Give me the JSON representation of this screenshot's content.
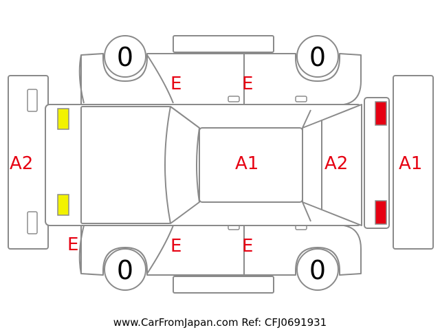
{
  "colors": {
    "outline": "#8a8a8a",
    "damage_label": "#e60012",
    "lamp_front": "#f2f200",
    "lamp_rear": "#e60012",
    "text": "#000000"
  },
  "tires": {
    "front_left": "0",
    "rear_left": "0",
    "front_right": "0",
    "rear_right": "0"
  },
  "marks": {
    "front_bumper": "A2",
    "front_left_fender": "E",
    "front_left_door_top": "E",
    "rear_left_door_top": "E",
    "front_left_door_bottom": "E",
    "rear_left_door_bottom": "E",
    "roof": "A1",
    "rear_glass": "A2",
    "rear_bumper": "A1"
  },
  "footer": {
    "text": "www.CarFromJapan.com Ref: CFJ0691931"
  }
}
